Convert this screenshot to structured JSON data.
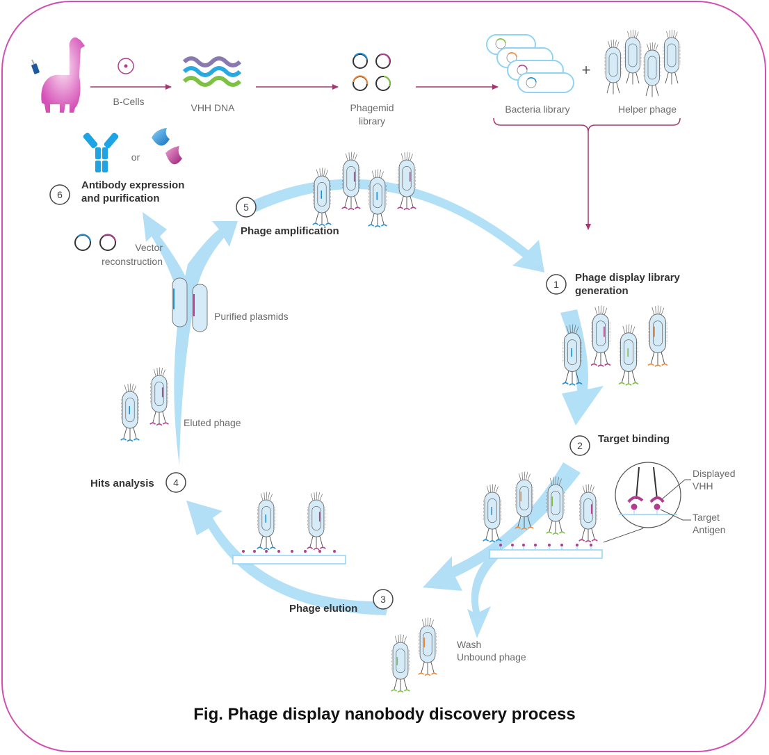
{
  "figure": {
    "caption": "Fig. Phage display nanobody discovery process",
    "colors": {
      "border": "#d04fb0",
      "flow_arrow": "#a4386e",
      "cycle_arrow": "#9fd8f5",
      "phage_fill": "#d6ebf8",
      "blue": "#1e8fd6",
      "magenta": "#b23c8e",
      "orange": "#f08a3a",
      "green": "#7dc242",
      "purple": "#8a78b0"
    }
  },
  "top_flow": {
    "b_cells": "B-Cells",
    "vhh_dna": "VHH DNA",
    "phagemid_line1": "Phagemid",
    "phagemid_line2": "library",
    "bacteria_library": "Bacteria library",
    "plus": "+",
    "helper_phage": "Helper phage"
  },
  "steps": {
    "s1": {
      "number": "1",
      "line1": "Phage display library",
      "line2": "generation"
    },
    "s2": {
      "number": "2",
      "line1": "Target binding"
    },
    "s3": {
      "number": "3",
      "line1": "Phage elution"
    },
    "s4": {
      "number": "4",
      "line1": "Hits analysis"
    },
    "s5": {
      "number": "5",
      "line1": "Phage amplification"
    },
    "s6": {
      "number": "6",
      "line1": "Antibody expression",
      "line2": "and purification"
    }
  },
  "annotations": {
    "or": "or",
    "vector_line1": "Vector",
    "vector_line2": "reconstruction",
    "purified_plasmids": "Purified plasmids",
    "eluted_phage": "Eluted phage",
    "displayed_line1": "Displayed",
    "displayed_line2": "VHH",
    "target_line1": "Target",
    "target_line2": "Antigen",
    "wash_line1": "Wash",
    "wash_line2": "Unbound phage"
  }
}
